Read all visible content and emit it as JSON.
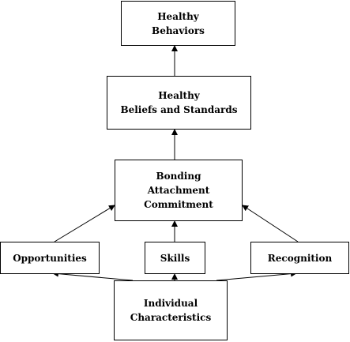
{
  "nodes": {
    "healthy_behaviors": {
      "lines": [
        "Healthy",
        "Behaviors"
      ]
    },
    "healthy_beliefs": {
      "lines": [
        "Healthy",
        "Beliefs and Standards"
      ]
    },
    "bonding": {
      "lines": [
        "Bonding",
        "Attachment",
        "Commitment"
      ]
    },
    "opportunities": {
      "lines": [
        "Opportunities"
      ]
    },
    "skills": {
      "lines": [
        "Skills"
      ]
    },
    "recognition": {
      "lines": [
        "Recognition"
      ]
    },
    "individual": {
      "lines": [
        "Individual",
        "Characteristics"
      ]
    }
  },
  "edges": [
    {
      "from": "healthy_beliefs",
      "to": "healthy_behaviors"
    },
    {
      "from": "bonding",
      "to": "healthy_beliefs"
    },
    {
      "from": "opportunities",
      "to": "bonding"
    },
    {
      "from": "skills",
      "to": "bonding"
    },
    {
      "from": "recognition",
      "to": "bonding"
    },
    {
      "from": "individual",
      "to": "opportunities"
    },
    {
      "from": "individual",
      "to": "skills"
    },
    {
      "from": "individual",
      "to": "recognition"
    }
  ],
  "colors": {
    "line": "#000000",
    "box_border": "#000000",
    "background": "#ffffff"
  }
}
